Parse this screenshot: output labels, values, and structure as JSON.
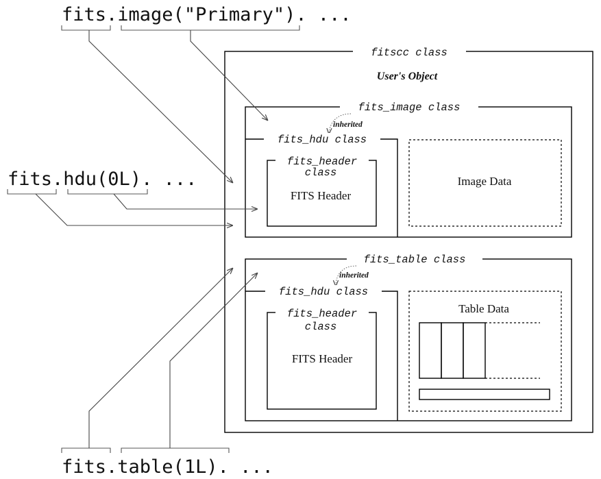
{
  "calls": {
    "image": {
      "part1": "fits.",
      "part2": "image(\"Primary\")",
      "rest": ". ..."
    },
    "hdu": {
      "part1": "fits.",
      "part2": "hdu(0L)",
      "rest": ". ..."
    },
    "table": {
      "part1": "fits.",
      "part2": "table(1L)",
      "rest": ". ..."
    }
  },
  "outer": {
    "class_label": "fitscc class",
    "title": "User's Object"
  },
  "image_group": {
    "class_label": "fits_image class",
    "inherited_label": "inherited",
    "hdu_label": "fits_hdu class",
    "header_label_line1": "fits_header",
    "header_label_line2": "class",
    "header_caption": "FITS Header",
    "data_caption": "Image Data"
  },
  "table_group": {
    "class_label": "fits_table class",
    "inherited_label": "inherited",
    "hdu_label": "fits_hdu class",
    "header_label_line1": "fits_header",
    "header_label_line2": "class",
    "header_caption": "FITS Header",
    "data_caption": "Table Data"
  }
}
